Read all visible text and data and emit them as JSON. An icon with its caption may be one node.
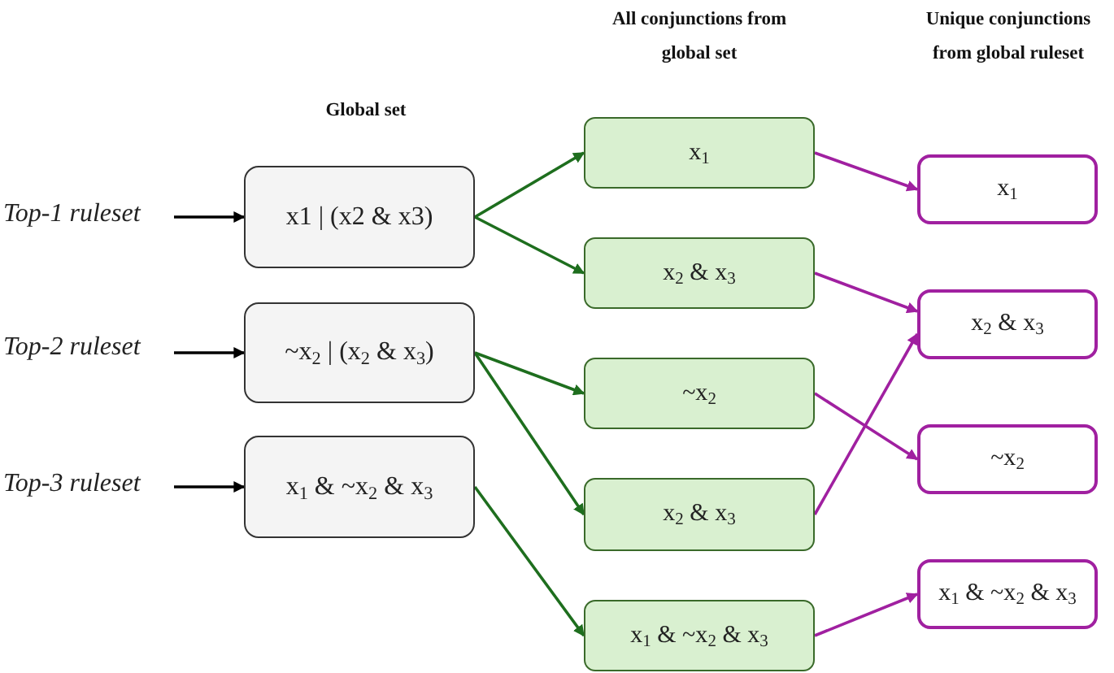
{
  "diagram": {
    "nodes": [
      {
        "text": [
          "Top-1 ruleset"
        ]
      },
      {
        "text": [
          "Top-2 ruleset"
        ]
      },
      {
        "text": [
          "Top-3 ruleset"
        ]
      },
      {
        "text": [
          "x1 | (x2 & x3)"
        ]
      },
      {
        "text": [
          "~x$_{2}$ | (x$_{2}$ & x$_{3}$)"
        ]
      },
      {
        "text": [
          "x$_{1}$ & ~x$_{2}$ & x$_{3}$"
        ]
      },
      {
        "text": [
          "x$_{1}$"
        ]
      },
      {
        "text": [
          "x$_{2}$ & x$_{3}$"
        ]
      },
      {
        "text": [
          "~x$_{2}$"
        ]
      },
      {
        "text": [
          "x$_{2}$ & x$_{3}$"
        ]
      },
      {
        "text": [
          "x$_{1}$ & ~x$_{2}$ & x$_{3}$"
        ]
      },
      {
        "text": [
          "x$_{1}$"
        ]
      },
      {
        "text": [
          "x$_{2}$ & x$_{3}$"
        ]
      },
      {
        "text": [
          "~x$_{2}$"
        ]
      },
      {
        "text": [
          "x$_{1}$ & ~x$_{2}$ & x$_{3}$"
        ]
      }
    ],
    "edges": [
      {
        "from": 0,
        "to": 3,
        "arrow": "to",
        "color": "#000000"
      },
      {
        "from": 1,
        "to": 4,
        "arrow": "to",
        "color": "#000000"
      },
      {
        "from": 2,
        "to": 5,
        "arrow": "to",
        "color": "#000000"
      },
      {
        "from": 3,
        "to": 6,
        "arrow": "to",
        "color": "#1e6e1e"
      },
      {
        "from": 3,
        "to": 7,
        "arrow": "to",
        "color": "#1e6e1e"
      },
      {
        "from": 4,
        "to": 8,
        "arrow": "to",
        "color": "#1e6e1e"
      },
      {
        "from": 4,
        "to": 9,
        "arrow": "to",
        "color": "#1e6e1e"
      },
      {
        "from": 5,
        "to": 10,
        "arrow": "to",
        "color": "#1e6e1e"
      },
      {
        "from": 6,
        "to": 11,
        "arrow": "to",
        "color": "#a020a0"
      },
      {
        "from": 7,
        "to": 12,
        "arrow": "to",
        "color": "#a020a0"
      },
      {
        "from": 8,
        "to": 13,
        "arrow": "to",
        "color": "#a020a0"
      },
      {
        "from": 9,
        "to": 12,
        "arrow": "to",
        "color": "#a020a0"
      },
      {
        "from": 10,
        "to": 14,
        "arrow": "to",
        "color": "#a020a0"
      }
    ],
    "labels": [
      "All conjunctions from global set",
      "Unique conjunctions from global ruleset",
      "Global set"
    ]
  }
}
